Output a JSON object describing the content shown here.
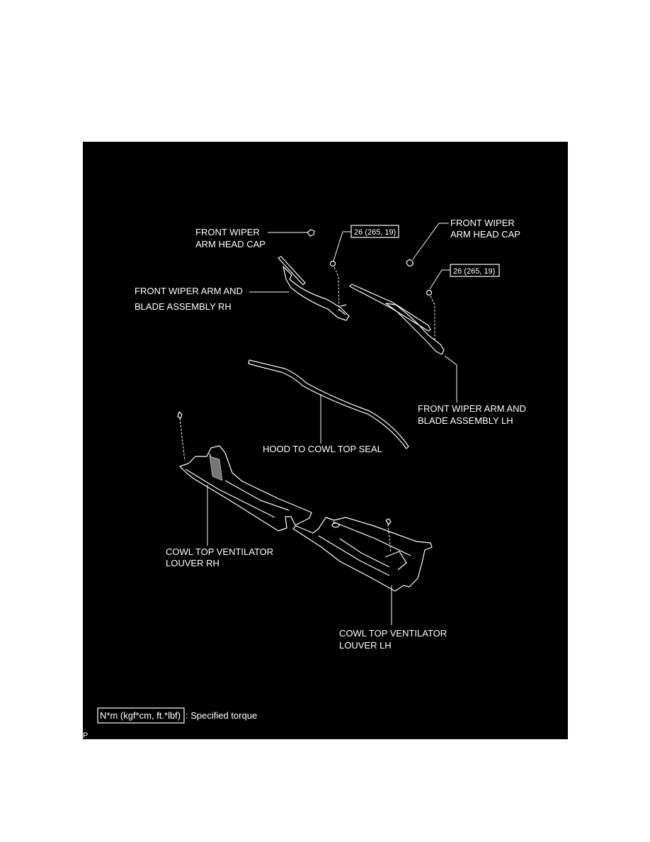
{
  "labels": {
    "cap_rh": [
      "FRONT WIPER",
      "ARM HEAD CAP"
    ],
    "cap_lh": [
      "FRONT WIPER",
      "ARM HEAD CAP"
    ],
    "arm_rh": [
      "FRONT WIPER ARM AND",
      "BLADE ASSEMBLY RH"
    ],
    "arm_lh": [
      "FRONT WIPER ARM AND",
      "BLADE ASSEMBLY LH"
    ],
    "seal": "HOOD TO COWL TOP SEAL",
    "louver_rh": [
      "COWL TOP VENTILATOR",
      "LOUVER RH"
    ],
    "louver_lh": [
      "COWL TOP VENTILATOR",
      "LOUVER LH"
    ]
  },
  "torque": {
    "rh": "26 (265, 19)",
    "lh": "26 (265, 19)"
  },
  "legend": {
    "unit": "N*m (kgf*cm, ft.*lbf)",
    "description": ": Specified torque"
  },
  "corner_mark": "P",
  "colors": {
    "background": "#000000",
    "foreground": "#ffffff"
  }
}
